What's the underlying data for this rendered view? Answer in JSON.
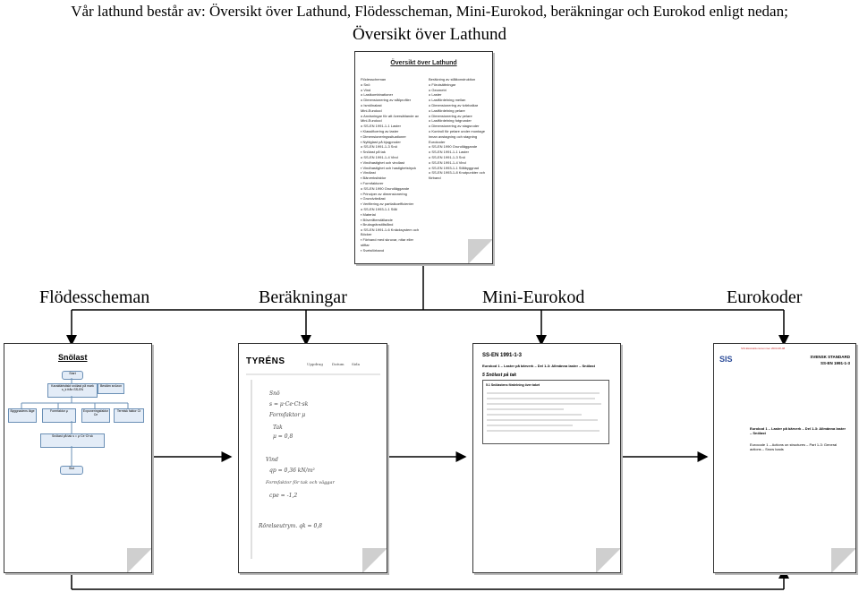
{
  "header": {
    "intro": "Vår lathund består av: Översikt över Lathund, Flödesscheman, Mini-Eurokod, beräkningar och Eurokod enligt nedan;",
    "title": "Översikt över Lathund"
  },
  "stages": [
    {
      "label": "Flödesscheman"
    },
    {
      "label": "Beräkningar"
    },
    {
      "label": "Mini-Eurokod"
    },
    {
      "label": "Eurokoder"
    }
  ],
  "overview_doc": {
    "heading": "Översikt över Lathund",
    "left_lines": [
      "Flödesscheman",
      "o Snö",
      "o Vind",
      "o Lastkombinationer",
      "o Dimensionering av stålprofiler",
      "o Ismölnalast",
      "Mini-Eurokod",
      "o Anvisningar för att översättande av",
      "  Mini-Eurokod",
      "o SS-EN 1991-1-1 Laster",
      "  ▪ Klassificering av laster",
      "  ▪ Dimensioneringssituationer",
      "  ▪ Nyttiglast på bjugproder",
      "o SS-EN 1991-1-3 Snö",
      "  ▪ Snölast på tak",
      "o SS-EN 1991-1-4 Vind",
      "  ▪ Vindhastighet och vindlast",
      "  ▪ Vindhastighet och hastighetstryck",
      "  ▪ Vindlast",
      "  ▪ Bärverksfaktor",
      "  ▪ Formfaktorer",
      "o SS-EN 1990 Grundläggande",
      "  ▪ Principer av dimensionering",
      "  ▪ Grundvärdlast",
      "  ▪ Verifiering av partialkoefficienter",
      "o SS-EN 1993-1-1 Stål",
      "  ▪ Material",
      "  ▪ Böveråterställande",
      "  ▪ Bruksgränstillstånd",
      "o SS-EN 1991-1-6 Knäcksystem och Böcker",
      "  ▪ Förband med skruvar, nitar eller",
      "    stiftar",
      "  ▪ Svetsförband"
    ],
    "right_lines": [
      "Beräkning av stålkonstruktion",
      "o Förutsättningar",
      "o Geometri",
      "o Laster",
      "o Lastfördelning mellan",
      "o Dimensionering av tvärbalkar",
      "o Lastfördelning pelare",
      "o Dimensionering av pelare",
      "o Lastfördelning fotgrunder",
      "o Dimensionering av stagsroder",
      "o Kontroll för pelare under montage",
      "  innan avstagning och stagning",
      "Eurokoder",
      "o SS-EN 1990 Grundläggande",
      "o SS-EN 1991-1-1 Laster",
      "o SS-EN 1991-1-3 Snö",
      "o SS-EN 1991-1-4 Vind",
      "o SS-EN 1993-1-1 Stålbyggnad",
      "o SS-EN 1993-1-8 Knutpunkter och",
      "  förband"
    ]
  },
  "flow_doc": {
    "title": "Snölast",
    "boxes": [
      "Start",
      "Karaktäristiskt snölast på mark s_k från SS-EN",
      "Bestäm snözon",
      "Byggnadens läge",
      "Formfaktor μ",
      "Exponeringsfaktor Ce",
      "Termisk faktor Ct",
      "Snölast på tak s = μ·Ce·Ct·sk",
      "Slut"
    ]
  },
  "calc_doc": {
    "logo": "TYRÉNS",
    "header_fields": [
      "Uppdrag",
      "Datum",
      "Sida"
    ],
    "hand_lines": [
      "Snö",
      "s = μ·Ce·Ct·sk",
      "Formfaktor μ",
      "Tak",
      "μ = 0,8",
      "Vind",
      "qp = 0,36 kN/m²",
      "Formfaktor för tak och väggar",
      "cpe = -1,2",
      "Rörelseutrym. qk = 0,8"
    ]
  },
  "mini_doc": {
    "code": "SS-EN 1991-1-3",
    "heading": "Eurokod 1 – Laster på bärverk – Del 1-3: Allmänna laster – Snölast",
    "section": "5 Snölast på tak",
    "subsection": "5.1 Snölastens fördelning över taket"
  },
  "euro_doc": {
    "top_note": "SIS Ekstraktionsnummer 2003-08-08",
    "logo": "SIS",
    "standard_label": "SVENSK STANDARD",
    "code": "SS-EN 1991-1-3",
    "title_sv": "Eurokod 1 – Laster på bärverk – Del 1-3: Allmänna laster – Snölast",
    "title_en": "Eurocode 1 – Actions on structures – Part 1-3: General actions – Snow loads"
  }
}
